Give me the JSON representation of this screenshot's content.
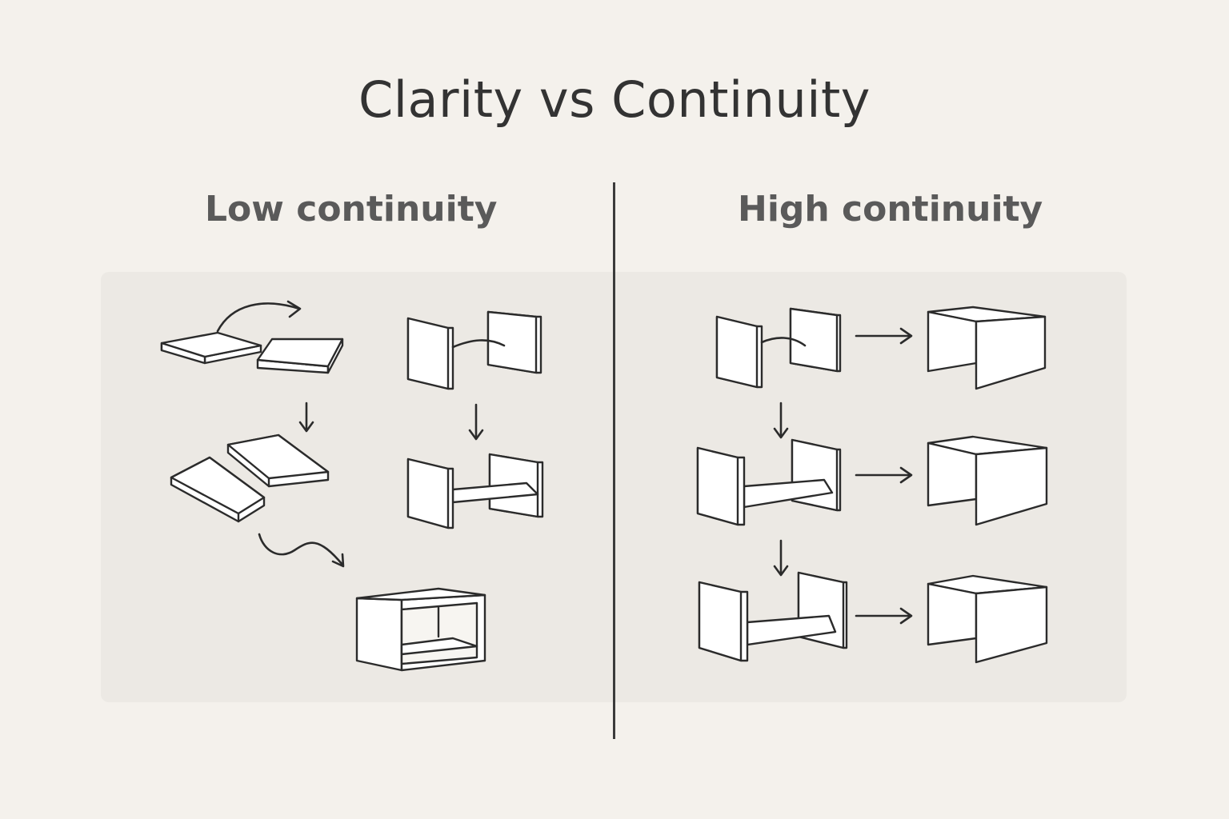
{
  "title": "Clarity vs Continuity",
  "left_column": {
    "title": "Low continuity"
  },
  "right_column": {
    "title": "High continuity"
  },
  "colors": {
    "background": "#f4f1ec",
    "panel": "#ece9e4",
    "ink": "#2b2b2b",
    "divider": "#3b3b3b"
  }
}
